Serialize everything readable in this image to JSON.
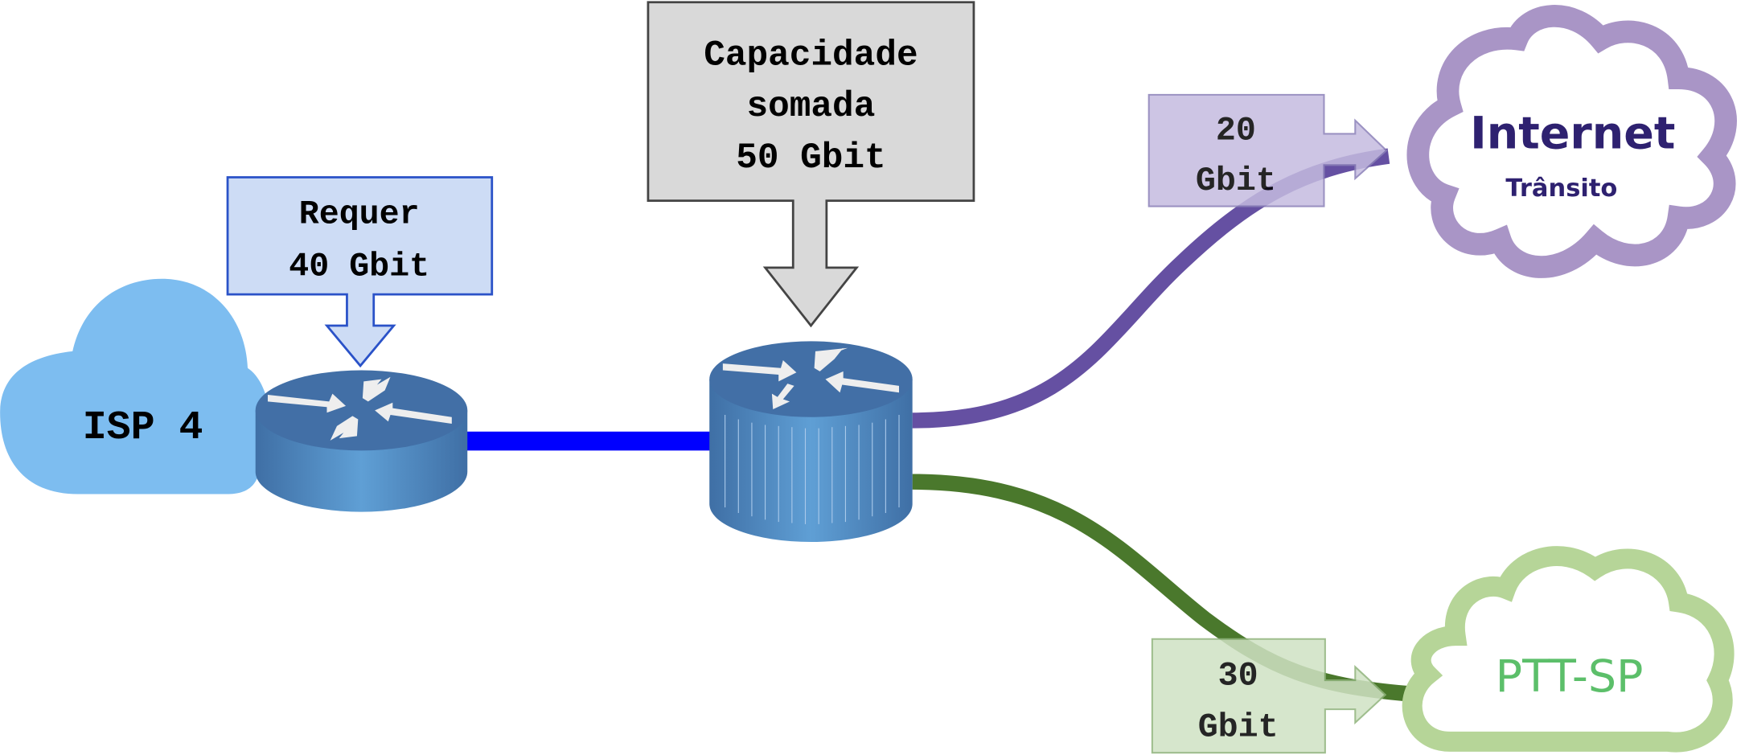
{
  "isp": {
    "label": "ISP 4",
    "color": "#7dbdf0"
  },
  "requirement": {
    "line1": "Requer",
    "line2": "40 Gbit",
    "fill": "#cddcf5",
    "stroke": "#2a52c8"
  },
  "capacity": {
    "line1": "Capacidade",
    "line2": "somada",
    "line3": "50 Gbit",
    "fill": "#d9d9d9",
    "stroke": "#444444"
  },
  "internet": {
    "title": "Internet",
    "subtitle": "Trânsito",
    "color": "#a995c6",
    "text_color": "#2e2170"
  },
  "transit_link": {
    "line1": "20",
    "line2": "Gbit",
    "color": "#6550a2",
    "label_fill": "#c5bce0"
  },
  "ptt": {
    "label": "PTT-SP",
    "color": "#b6d598",
    "text_color": "#5cbf6a"
  },
  "ptt_link": {
    "line1": "30",
    "line2": "Gbit",
    "color": "#4a782c",
    "label_fill": "#d0e2c4"
  },
  "uplink": {
    "color": "#0000ff"
  }
}
